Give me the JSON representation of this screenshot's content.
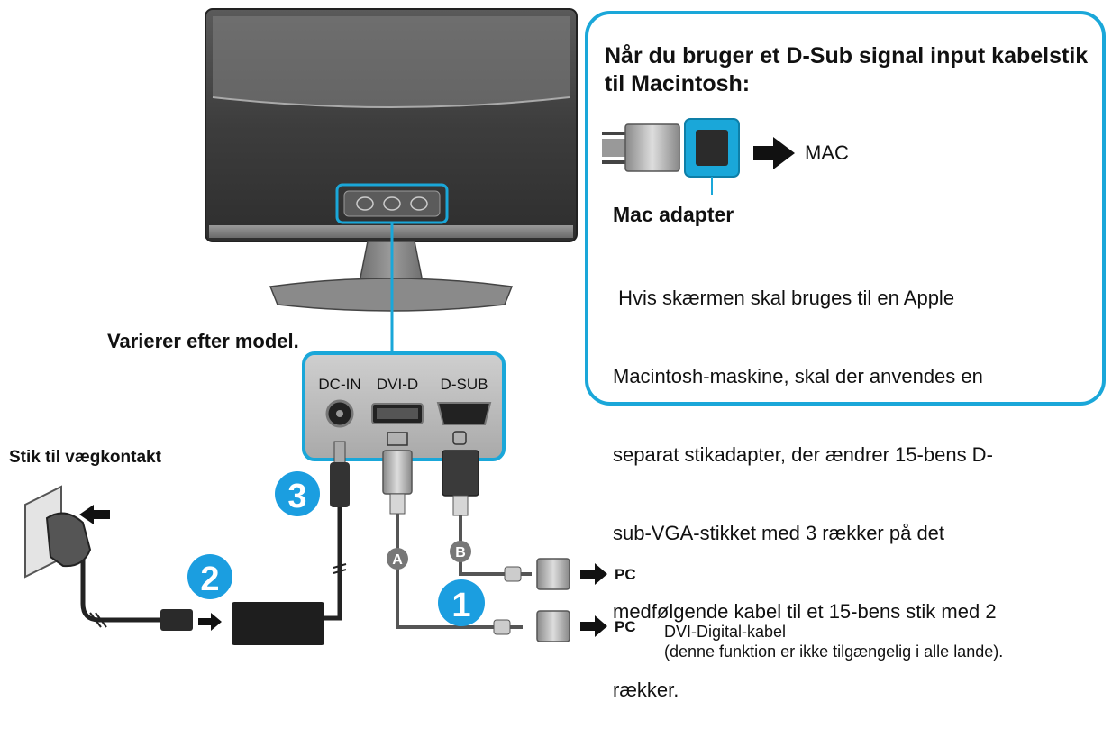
{
  "callout": {
    "title_line1": "Når du bruger et D-Sub signal input kabelstik",
    "title_line2": "til Macintosh:",
    "mac_label": "MAC",
    "adapter_title": "Mac adapter",
    "adapter_lines": [
      " Hvis skærmen skal bruges til en Apple",
      "Macintosh-maskine, skal der anvendes en",
      "separat stikadapter, der ændrer 15-bens D-",
      "sub-VGA-stikket med 3 rækker på det",
      "medfølgende kabel til et 15-bens stik med 2",
      "rækker."
    ]
  },
  "labels": {
    "model_note": "Varierer efter model.",
    "wall_outlet": "Stik til vægkontakt",
    "port_dcin": "DC-IN",
    "port_dvid": "DVI-D",
    "port_dsub": "D-SUB",
    "pc_top": "PC",
    "pc_bottom": "PC",
    "dvi_cable_line1": "DVI-Digital-kabel",
    "dvi_cable_line2": "(denne funktion er ikke tilgængelig i alle lande)."
  },
  "steps": {
    "one": "1",
    "two": "2",
    "three": "3",
    "cable_a": "A",
    "cable_b": "B"
  },
  "colors": {
    "accent": "#1aa7d9",
    "step_badge": "#1b9ee0",
    "monitor_dark": "#3a3a3a",
    "monitor_mid": "#6b6b6b",
    "panel_grey": "#bdbdbd"
  }
}
